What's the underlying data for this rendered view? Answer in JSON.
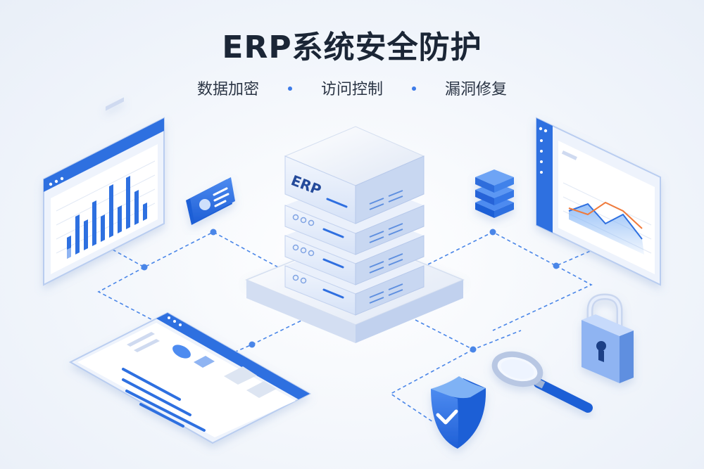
{
  "header": {
    "title": "ERP系统安全防护",
    "features": [
      "数据加密",
      "访问控制",
      "漏洞修复"
    ]
  },
  "server": {
    "label": "ERP"
  },
  "colors": {
    "primary_blue": "#2f6fe0",
    "light_blue": "#8fb4f2",
    "pale_blue": "#dce7fb",
    "accent_orange": "#f07a3a",
    "text_dark": "#1b2636",
    "connector": "#4a86e8"
  },
  "icons": [
    "bar-chart-window-icon",
    "id-card-icon",
    "server-stack-icon",
    "database-icon",
    "line-chart-window-icon",
    "document-report-icon",
    "padlock-icon",
    "magnifier-icon",
    "shield-check-icon"
  ]
}
